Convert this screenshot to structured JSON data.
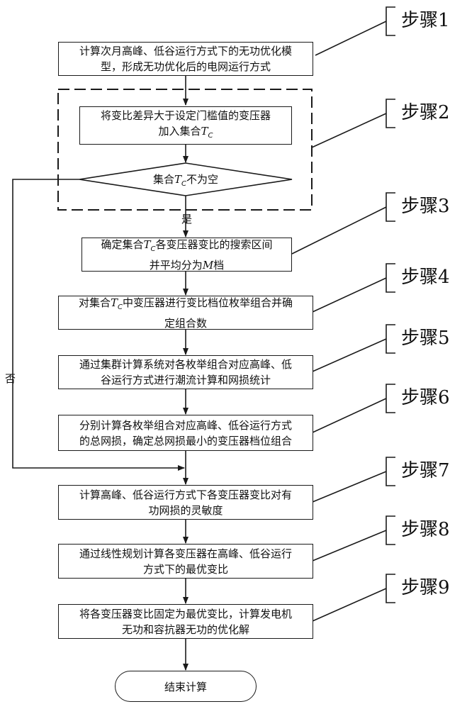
{
  "steps": [
    {
      "label": "步骤1"
    },
    {
      "label": "步骤2"
    },
    {
      "label": "步骤3"
    },
    {
      "label": "步骤4"
    },
    {
      "label": "步骤5"
    },
    {
      "label": "步骤6"
    },
    {
      "label": "步骤7"
    },
    {
      "label": "步骤8"
    },
    {
      "label": "步骤9"
    }
  ],
  "boxes": {
    "b1": {
      "line1": "计算次月高峰、低谷运行方式下的无功优化模",
      "line2": "型，形成无功优化后的电网运行方式"
    },
    "b2": {
      "line1": "将变比差异大于设定门槛值的变压器",
      "line2_pre": "加入集合",
      "sym": "T",
      "sub": "C"
    },
    "decision": {
      "pre": "集合",
      "sym": "T",
      "sub": "C",
      "post": "不为空"
    },
    "b3": {
      "pre": "确定集合",
      "sym": "T",
      "sub": "C",
      "post": "各变压器变比的搜索区间",
      "line2_pre": "并平均分为",
      "line2_sym": "M",
      "line2_post": "档"
    },
    "b4": {
      "pre": "对集合",
      "sym": "T",
      "sub": "C",
      "post": "中变压器进行变比档位枚举组合并确",
      "line2": "定组合数"
    },
    "b5": {
      "line1": "通过集群计算系统对各枚举组合对应高峰、低",
      "line2": "谷运行方式进行潮流计算和网损统计"
    },
    "b6": {
      "line1": "分别计算各枚举组合对应高峰、低谷运行方式",
      "line2": "的总网损，确定总网损最小的变压器档位组合"
    },
    "b7": {
      "line1": "计算高峰、低谷运行方式下各变压器变比对有",
      "line2": "功网损的灵敏度"
    },
    "b8": {
      "line1": "通过线性规划计算各变压器在高峰、低谷运行",
      "line2": "方式下的最优变比"
    },
    "b9": {
      "line1": "将各变压器变比固定为最优变比，计算发电机",
      "line2": "无功和容抗器无功的优化解"
    },
    "end": {
      "label": "结束计算"
    }
  },
  "edge_labels": {
    "yes": "是",
    "no": "否"
  }
}
